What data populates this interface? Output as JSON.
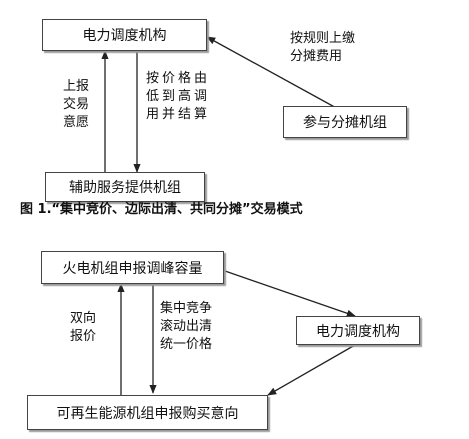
{
  "diagram1": {
    "dispatch_box": "电力调度机构",
    "share_box": "参与分摊机组",
    "provider_box": "辅助服务提供机组",
    "label_pay_fee": "按规则上缴\n分摊费用",
    "label_report": "上报\n交易\n意愿",
    "label_settle": "按价格由\n低到高调\n用并结算"
  },
  "caption": "图 1.“集中竞价、边际出清、共同分摊”交易模式",
  "diagram2": {
    "thermal_box": "火电机组申报调峰容量",
    "dispatch_box": "电力调度机构",
    "renewable_box": "可再生能源机组申报购买意向",
    "label_bid": "双向\n报价",
    "label_clear": "集中竞争\n滚动出清\n统一价格"
  },
  "colors": {
    "line": "#222222",
    "box_border": "#444444",
    "shadow": "#9a9a9a"
  }
}
